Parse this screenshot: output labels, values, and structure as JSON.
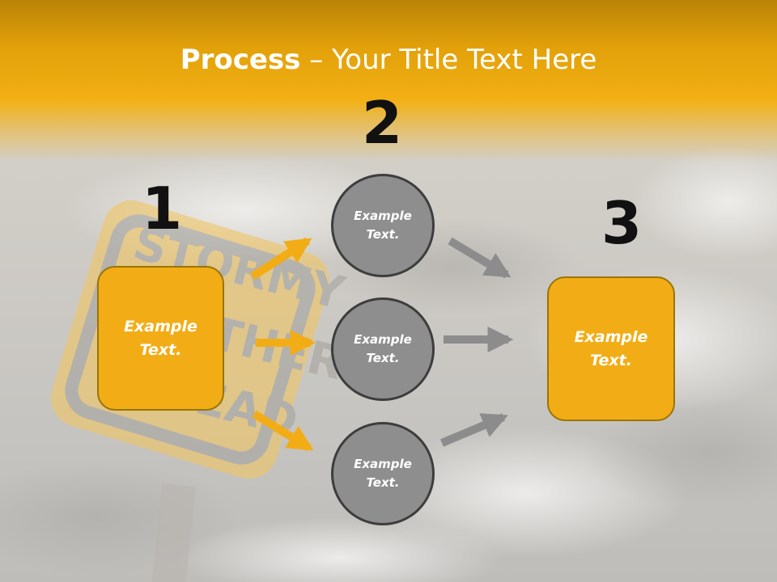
{
  "slide": {
    "title_bold": "Process",
    "title_rest": " – Your Title Text Here",
    "background": {
      "sign_icon": "stormy-weather-ahead-sign-icon",
      "sign_lettering": [
        "STORMY",
        "WEATHER",
        "AHEAD"
      ]
    },
    "colors": {
      "accent": "#f2ad16",
      "header": "#e3a10a",
      "circle_fill": "#8e8e8e",
      "gray_arrow": "#8c8c8c"
    }
  },
  "steps": [
    {
      "number": "1",
      "text": "Example\nText."
    },
    {
      "number": "2",
      "items": [
        {
          "text": "Example\nText."
        },
        {
          "text": "Example\nText."
        },
        {
          "text": "Example\nText."
        }
      ]
    },
    {
      "number": "3",
      "text": "Example\nText."
    }
  ],
  "arrows": {
    "orange_arrow_icon": "arrow-right-icon",
    "gray_arrow_icon": "arrow-right-icon"
  }
}
